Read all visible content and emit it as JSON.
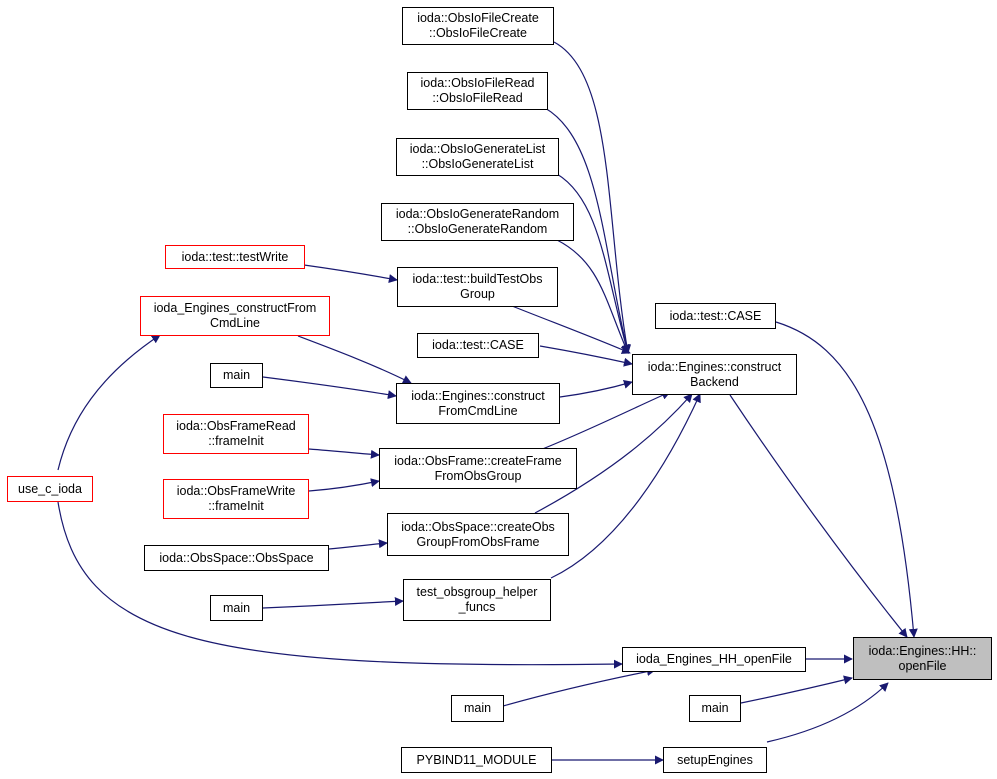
{
  "colors": {
    "edge": "#191970",
    "red_border": "#ff0000",
    "current_fill": "#bfbfbf"
  },
  "nodes": {
    "obsiofilecreate": {
      "lines": [
        "ioda::ObsIoFileCreate",
        "::ObsIoFileCreate"
      ],
      "link": "black"
    },
    "obsiofileread": {
      "lines": [
        "ioda::ObsIoFileRead",
        "::ObsIoFileRead"
      ],
      "link": "black"
    },
    "obsiogeneratelist": {
      "lines": [
        "ioda::ObsIoGenerateList",
        "::ObsIoGenerateList"
      ],
      "link": "black"
    },
    "obsiogeneraterandom": {
      "lines": [
        "ioda::ObsIoGenerateRandom",
        "::ObsIoGenerateRandom"
      ],
      "link": "black"
    },
    "testwrite": {
      "lines": [
        "ioda::test::testWrite"
      ],
      "link": "red"
    },
    "buildtestobsgroup": {
      "lines": [
        "ioda::test::buildTestObs",
        "Group"
      ],
      "link": "black"
    },
    "constructfromcmdline_c": {
      "lines": [
        "ioda_Engines_constructFrom",
        "CmdLine"
      ],
      "link": "red"
    },
    "test_case_1": {
      "lines": [
        "ioda::test::CASE"
      ],
      "link": "black"
    },
    "test_case_2": {
      "lines": [
        "ioda::test::CASE"
      ],
      "link": "black"
    },
    "constructbackend": {
      "lines": [
        "ioda::Engines::construct",
        "Backend"
      ],
      "link": "black"
    },
    "main_1": {
      "lines": [
        "main"
      ],
      "link": "black"
    },
    "constructfromcmdline": {
      "lines": [
        "ioda::Engines::construct",
        "FromCmdLine"
      ],
      "link": "black"
    },
    "obsframeread": {
      "lines": [
        "ioda::ObsFrameRead",
        "::frameInit"
      ],
      "link": "red"
    },
    "createframe": {
      "lines": [
        "ioda::ObsFrame::createFrame",
        "FromObsGroup"
      ],
      "link": "black"
    },
    "use_c_ioda": {
      "lines": [
        "use_c_ioda"
      ],
      "link": "red"
    },
    "obsframewrite": {
      "lines": [
        "ioda::ObsFrameWrite",
        "::frameInit"
      ],
      "link": "red"
    },
    "createobsgroup": {
      "lines": [
        "ioda::ObsSpace::createObs",
        "GroupFromObsFrame"
      ],
      "link": "black"
    },
    "obsspace": {
      "lines": [
        "ioda::ObsSpace::ObsSpace"
      ],
      "link": "black"
    },
    "test_obsgroup_helper": {
      "lines": [
        "test_obsgroup_helper",
        "_funcs"
      ],
      "link": "black"
    },
    "main_2": {
      "lines": [
        "main"
      ],
      "link": "black"
    },
    "engines_hh_openfile": {
      "lines": [
        "ioda_Engines_HH_openFile"
      ],
      "link": "black"
    },
    "hh_openfile": {
      "lines": [
        "ioda::Engines::HH::",
        "openFile"
      ],
      "link": "current"
    },
    "main_3": {
      "lines": [
        "main"
      ],
      "link": "black"
    },
    "main_4": {
      "lines": [
        "main"
      ],
      "link": "black"
    },
    "pybind11_module": {
      "lines": [
        "PYBIND11_MODULE"
      ],
      "link": "black"
    },
    "setupengines": {
      "lines": [
        "setupEngines"
      ],
      "link": "black"
    }
  }
}
